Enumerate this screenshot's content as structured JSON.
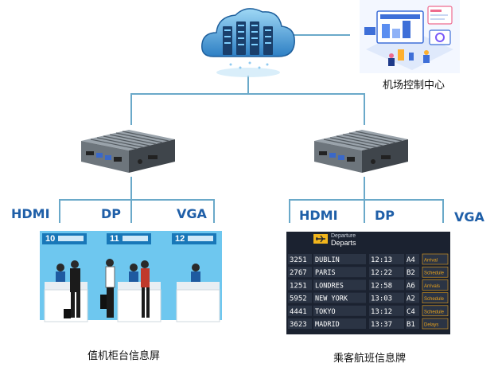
{
  "control_center": {
    "label": "机场控制中心"
  },
  "left_branch": {
    "ports": [
      "HDMI",
      "DP",
      "VGA"
    ],
    "display_label": "值机柜台信息屏",
    "counters": [
      "10",
      "11",
      "12"
    ]
  },
  "right_branch": {
    "ports": [
      "HDMI",
      "DP",
      "VGA"
    ],
    "display_label": "乘客航班信息牌",
    "board": {
      "header_top": "Departure",
      "header_main": "Departs",
      "rows": [
        {
          "flight": "3251",
          "city": "DUBLIN",
          "time": "12:13",
          "gate": "A4",
          "status": "Arrival"
        },
        {
          "flight": "2767",
          "city": "PARIS",
          "time": "12:22",
          "gate": "B2",
          "status": "Schedule"
        },
        {
          "flight": "1251",
          "city": "LONDRES",
          "time": "12:58",
          "gate": "A6",
          "status": "Arrivals"
        },
        {
          "flight": "5952",
          "city": "NEW YORK",
          "time": "13:03",
          "gate": "A2",
          "status": "Schedule"
        },
        {
          "flight": "4441",
          "city": "TOKYO",
          "time": "13:12",
          "gate": "C4",
          "status": "Schedule"
        },
        {
          "flight": "3623",
          "city": "MADRID",
          "time": "13:37",
          "gate": "B1",
          "status": "Delays"
        }
      ]
    }
  },
  "colors": {
    "link": "#6aa9c9",
    "port_text": "#1f5fa8",
    "checkin_bg": "#6ec7ef",
    "board_bg": "#1b2230",
    "status": "#e8a21c"
  }
}
